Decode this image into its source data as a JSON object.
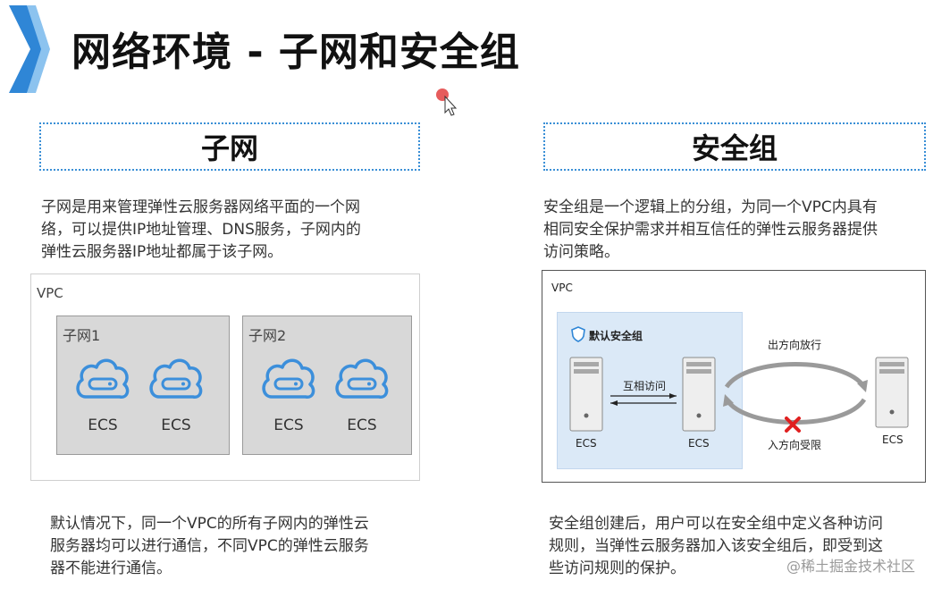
{
  "title": "网络环境 - 子网和安全组",
  "subnet_section": {
    "header": "子网",
    "description_lines": [
      "子网是用来管理弹性云服务器网络平面的一个网",
      "络，可以提供IP地址管理、DNS服务，子网内的",
      "弹性云服务器IP地址都属于该子网。"
    ],
    "vpc_label": "VPC",
    "subnets": [
      {
        "label": "子网1",
        "ecs": [
          "ECS",
          "ECS"
        ]
      },
      {
        "label": "子网2",
        "ecs": [
          "ECS",
          "ECS"
        ]
      }
    ],
    "footer_lines": [
      "默认情况下，同一个VPC的所有子网内的弹性云",
      "服务器均可以进行通信，不同VPC的弹性云服务",
      "器不能进行通信。"
    ]
  },
  "security_section": {
    "header": "安全组",
    "description_lines": [
      "安全组是一个逻辑上的分组，为同一个VPC内具有",
      "相同安全保护需求并相互信任的弹性云服务器提供",
      "访问策略。"
    ],
    "vpc_label": "VPC",
    "group_label": "默认安全组",
    "mutual_access": "互相访问",
    "outbound_label": "出方向放行",
    "inbound_label": "入方向受限",
    "ecs_labels": [
      "ECS",
      "ECS",
      "ECS"
    ],
    "footer_lines": [
      "安全组创建后，用户可以在安全组中定义各种访问",
      "规则，当弹性云服务器加入该安全组后，即受到这",
      "些访问规则的保护。"
    ]
  },
  "watermark": "@稀土掘金技术社区",
  "colors": {
    "accent_blue": "#2f86d6",
    "cloud_blue": "#3c8fdb",
    "subnet_gray": "#d8d8d8",
    "security_zone": "#dbe9f7",
    "blocked_red": "#e02020"
  }
}
